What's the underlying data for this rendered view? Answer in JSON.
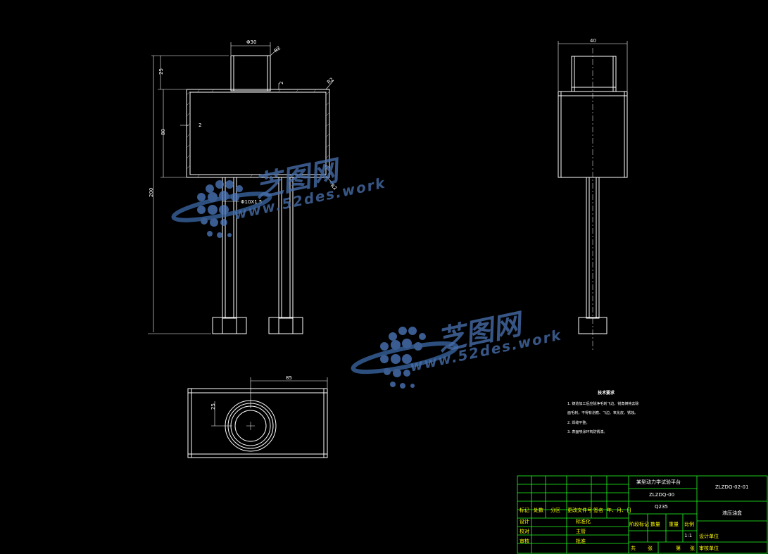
{
  "watermark": {
    "cn": "芝图网",
    "url": "www.52des.work"
  },
  "dimensions": {
    "top_dia": "Φ30",
    "top_r1": "R2",
    "height_top": "25",
    "wall": "2",
    "corner_r": "R2",
    "body_h": "80",
    "side_wall": "2",
    "total_h": "200",
    "pipe": "Φ10X1.5",
    "side_w": "40",
    "plan_w": "85",
    "plan_r": "25"
  },
  "tech_req": {
    "title": "技术要求",
    "lines": [
      "1. 铸造加工后应除净毛刺飞边、锐角倒钝去除",
      "面毛刺，不得有划痕、飞边、氧化皮、锈蚀。",
      "2. 焊缝平整。",
      "3. 表面喷涂环氧防锈漆。"
    ]
  },
  "title_block": {
    "project": "某型动力学试验平台",
    "assembly_no": "ZLZDQ-00",
    "material": "Q235",
    "drawing_no": "ZLZDQ-02-01",
    "part_name": "液压油盒",
    "scale": "1:1",
    "labels": {
      "mark": "标记",
      "count": "处数",
      "zone": "分区",
      "change_doc": "更改文件号",
      "sign": "签名",
      "date": "年、月、日",
      "design": "设计",
      "standard": "标准化",
      "proof": "校对",
      "chief": "主管",
      "review": "审核",
      "approve": "批准",
      "stage_mark": "阶段标记",
      "quantity": "数量",
      "weight": "重量",
      "ratio": "比例",
      "design_unit": "设计单位",
      "total": "共",
      "sheet": "张",
      "no": "第",
      "page": "张",
      "owner_unit": "审核单位"
    }
  }
}
